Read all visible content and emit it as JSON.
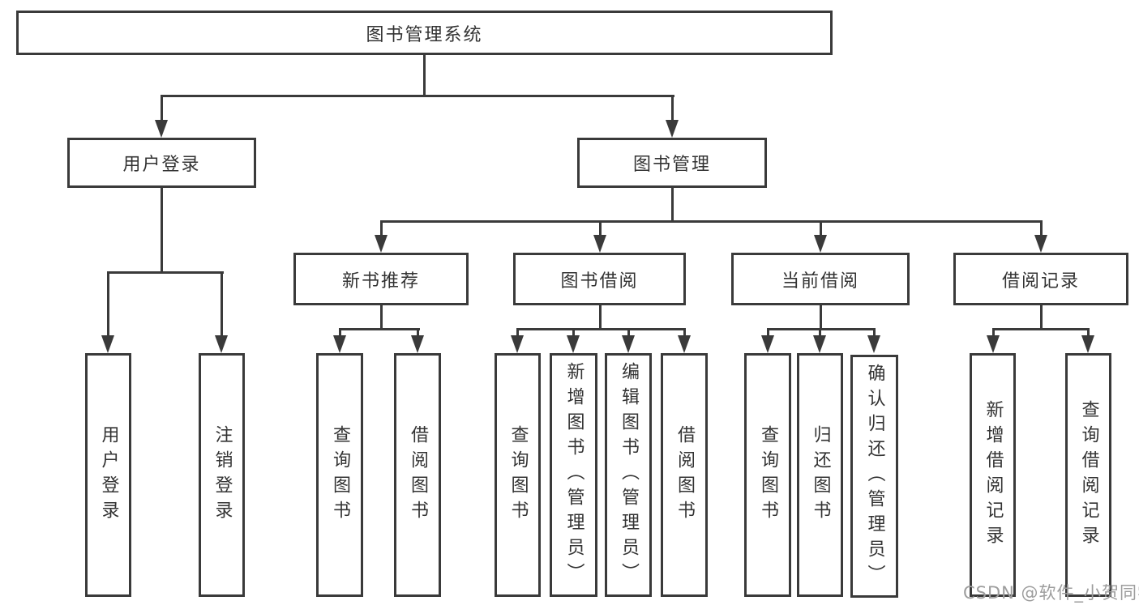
{
  "colors": {
    "line": "#3a3a3a",
    "text": "#333333",
    "watermark": "#9d9d9d",
    "background": "#ffffff"
  },
  "watermark": {
    "text": "CSDN @软件_小贺同学"
  },
  "tree": {
    "root": {
      "label": "图书管理系统",
      "children": [
        {
          "label": "用户登录",
          "children": [
            {
              "label": "用户登录"
            },
            {
              "label": "注销登录"
            }
          ]
        },
        {
          "label": "图书管理",
          "children": [
            {
              "label": "新书推荐",
              "children": [
                {
                  "label": "查询图书"
                },
                {
                  "label": "借阅图书"
                }
              ]
            },
            {
              "label": "图书借阅",
              "children": [
                {
                  "label": "查询图书"
                },
                {
                  "label": "新增图书（管理员）"
                },
                {
                  "label": "编辑图书（管理员）"
                },
                {
                  "label": "借阅图书"
                }
              ]
            },
            {
              "label": "当前借阅",
              "children": [
                {
                  "label": "查询图书"
                },
                {
                  "label": "归还图书"
                },
                {
                  "label": "确认归还（管理员）"
                }
              ]
            },
            {
              "label": "借阅记录",
              "children": [
                {
                  "label": "新增借阅记录"
                },
                {
                  "label": "查询借阅记录"
                }
              ]
            }
          ]
        }
      ]
    }
  }
}
